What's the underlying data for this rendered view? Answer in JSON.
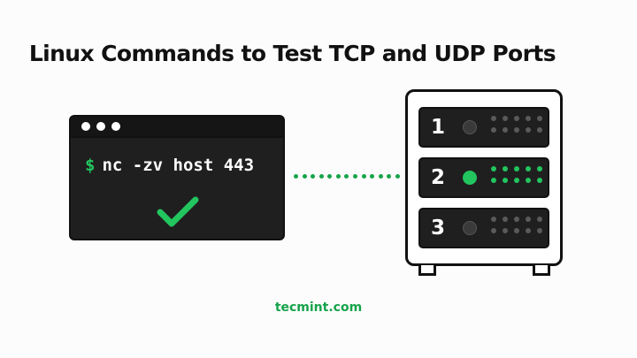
{
  "title": "Linux Commands to Test TCP and UDP Ports",
  "terminal": {
    "prompt": "$",
    "command": "nc -zv host 443",
    "status_icon": "checkmark-icon",
    "accent": "#22c55e"
  },
  "server": {
    "units": [
      {
        "number": "1",
        "active": false
      },
      {
        "number": "2",
        "active": true
      },
      {
        "number": "3",
        "active": false
      }
    ],
    "active_color": "#22c55e"
  },
  "footer": {
    "brand": "tecmint.com",
    "color": "#16a34a"
  }
}
